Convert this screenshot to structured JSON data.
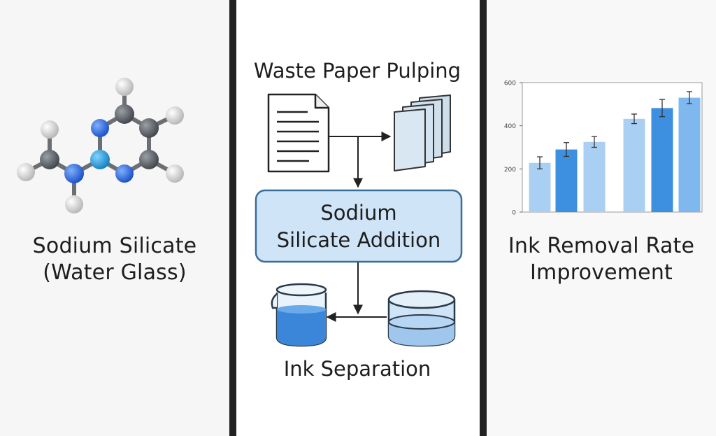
{
  "left": {
    "caption_line1": "Sodium Silicate",
    "caption_line2": "(Water Glass)",
    "molecule_icon": "molecule-ball-and-stick-icon"
  },
  "middle": {
    "step1": "Waste Paper Pulping",
    "step2_line1": "Sodium",
    "step2_line2": "Silicate Addition",
    "step3": "Ink Separation",
    "icons": [
      "document-icon",
      "paper-stack-icon",
      "beaker-icon",
      "dish-icon"
    ],
    "colors": {
      "box_fill": "#cfe4f6",
      "box_stroke": "#3a6e99",
      "liquid": "#3b86d8"
    }
  },
  "right": {
    "caption_line1": "Ink Removal Rate",
    "caption_line2": "Improvement"
  },
  "chart_data": {
    "type": "bar",
    "title": "",
    "xlabel": "",
    "ylabel": "",
    "ylim": [
      0,
      600
    ],
    "yticks": [
      "0",
      "200",
      "400",
      "600"
    ],
    "values": [
      228,
      290,
      325,
      432,
      482,
      530
    ],
    "errors": [
      28,
      32,
      25,
      22,
      40,
      28
    ],
    "colors": [
      "#a9cff3",
      "#3d8fe0",
      "#a9cff3",
      "#a9cff3",
      "#3d8fe0",
      "#7fb8ee"
    ]
  }
}
